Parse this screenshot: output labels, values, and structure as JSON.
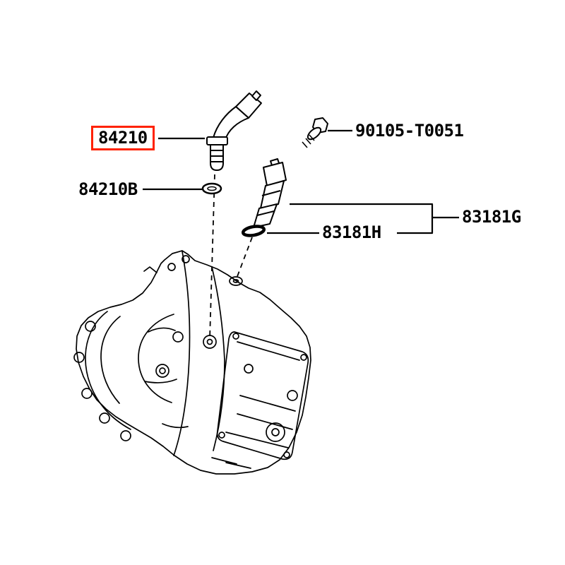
{
  "diagram_labels": {
    "part_main": "84210",
    "part_oring": "84210B",
    "part_bolt": "90105-T0051",
    "part_sensor": "83181H",
    "part_assembly": "83181G"
  },
  "colors": {
    "background": "#ffffff",
    "line": "#000000",
    "text": "#000000",
    "highlight_box": "#ff2200"
  }
}
